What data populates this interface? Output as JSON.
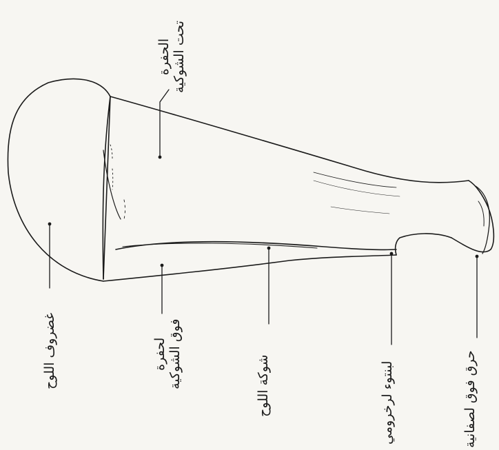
{
  "diagram": {
    "labels": {
      "supraspinous_fossa": [
        "الحفرة",
        "تحت الشوكية"
      ],
      "cartilage": "غضروف اللوح",
      "infraspinous_fossa": [
        "لحفرة",
        "فوق الشوكية"
      ],
      "spine": "شوكة اللوح",
      "acromion_tubercle": "لبنتوء لرخرومي",
      "glenoid_cavity": [
        "حرق فوق لصفانية"
      ]
    }
  }
}
